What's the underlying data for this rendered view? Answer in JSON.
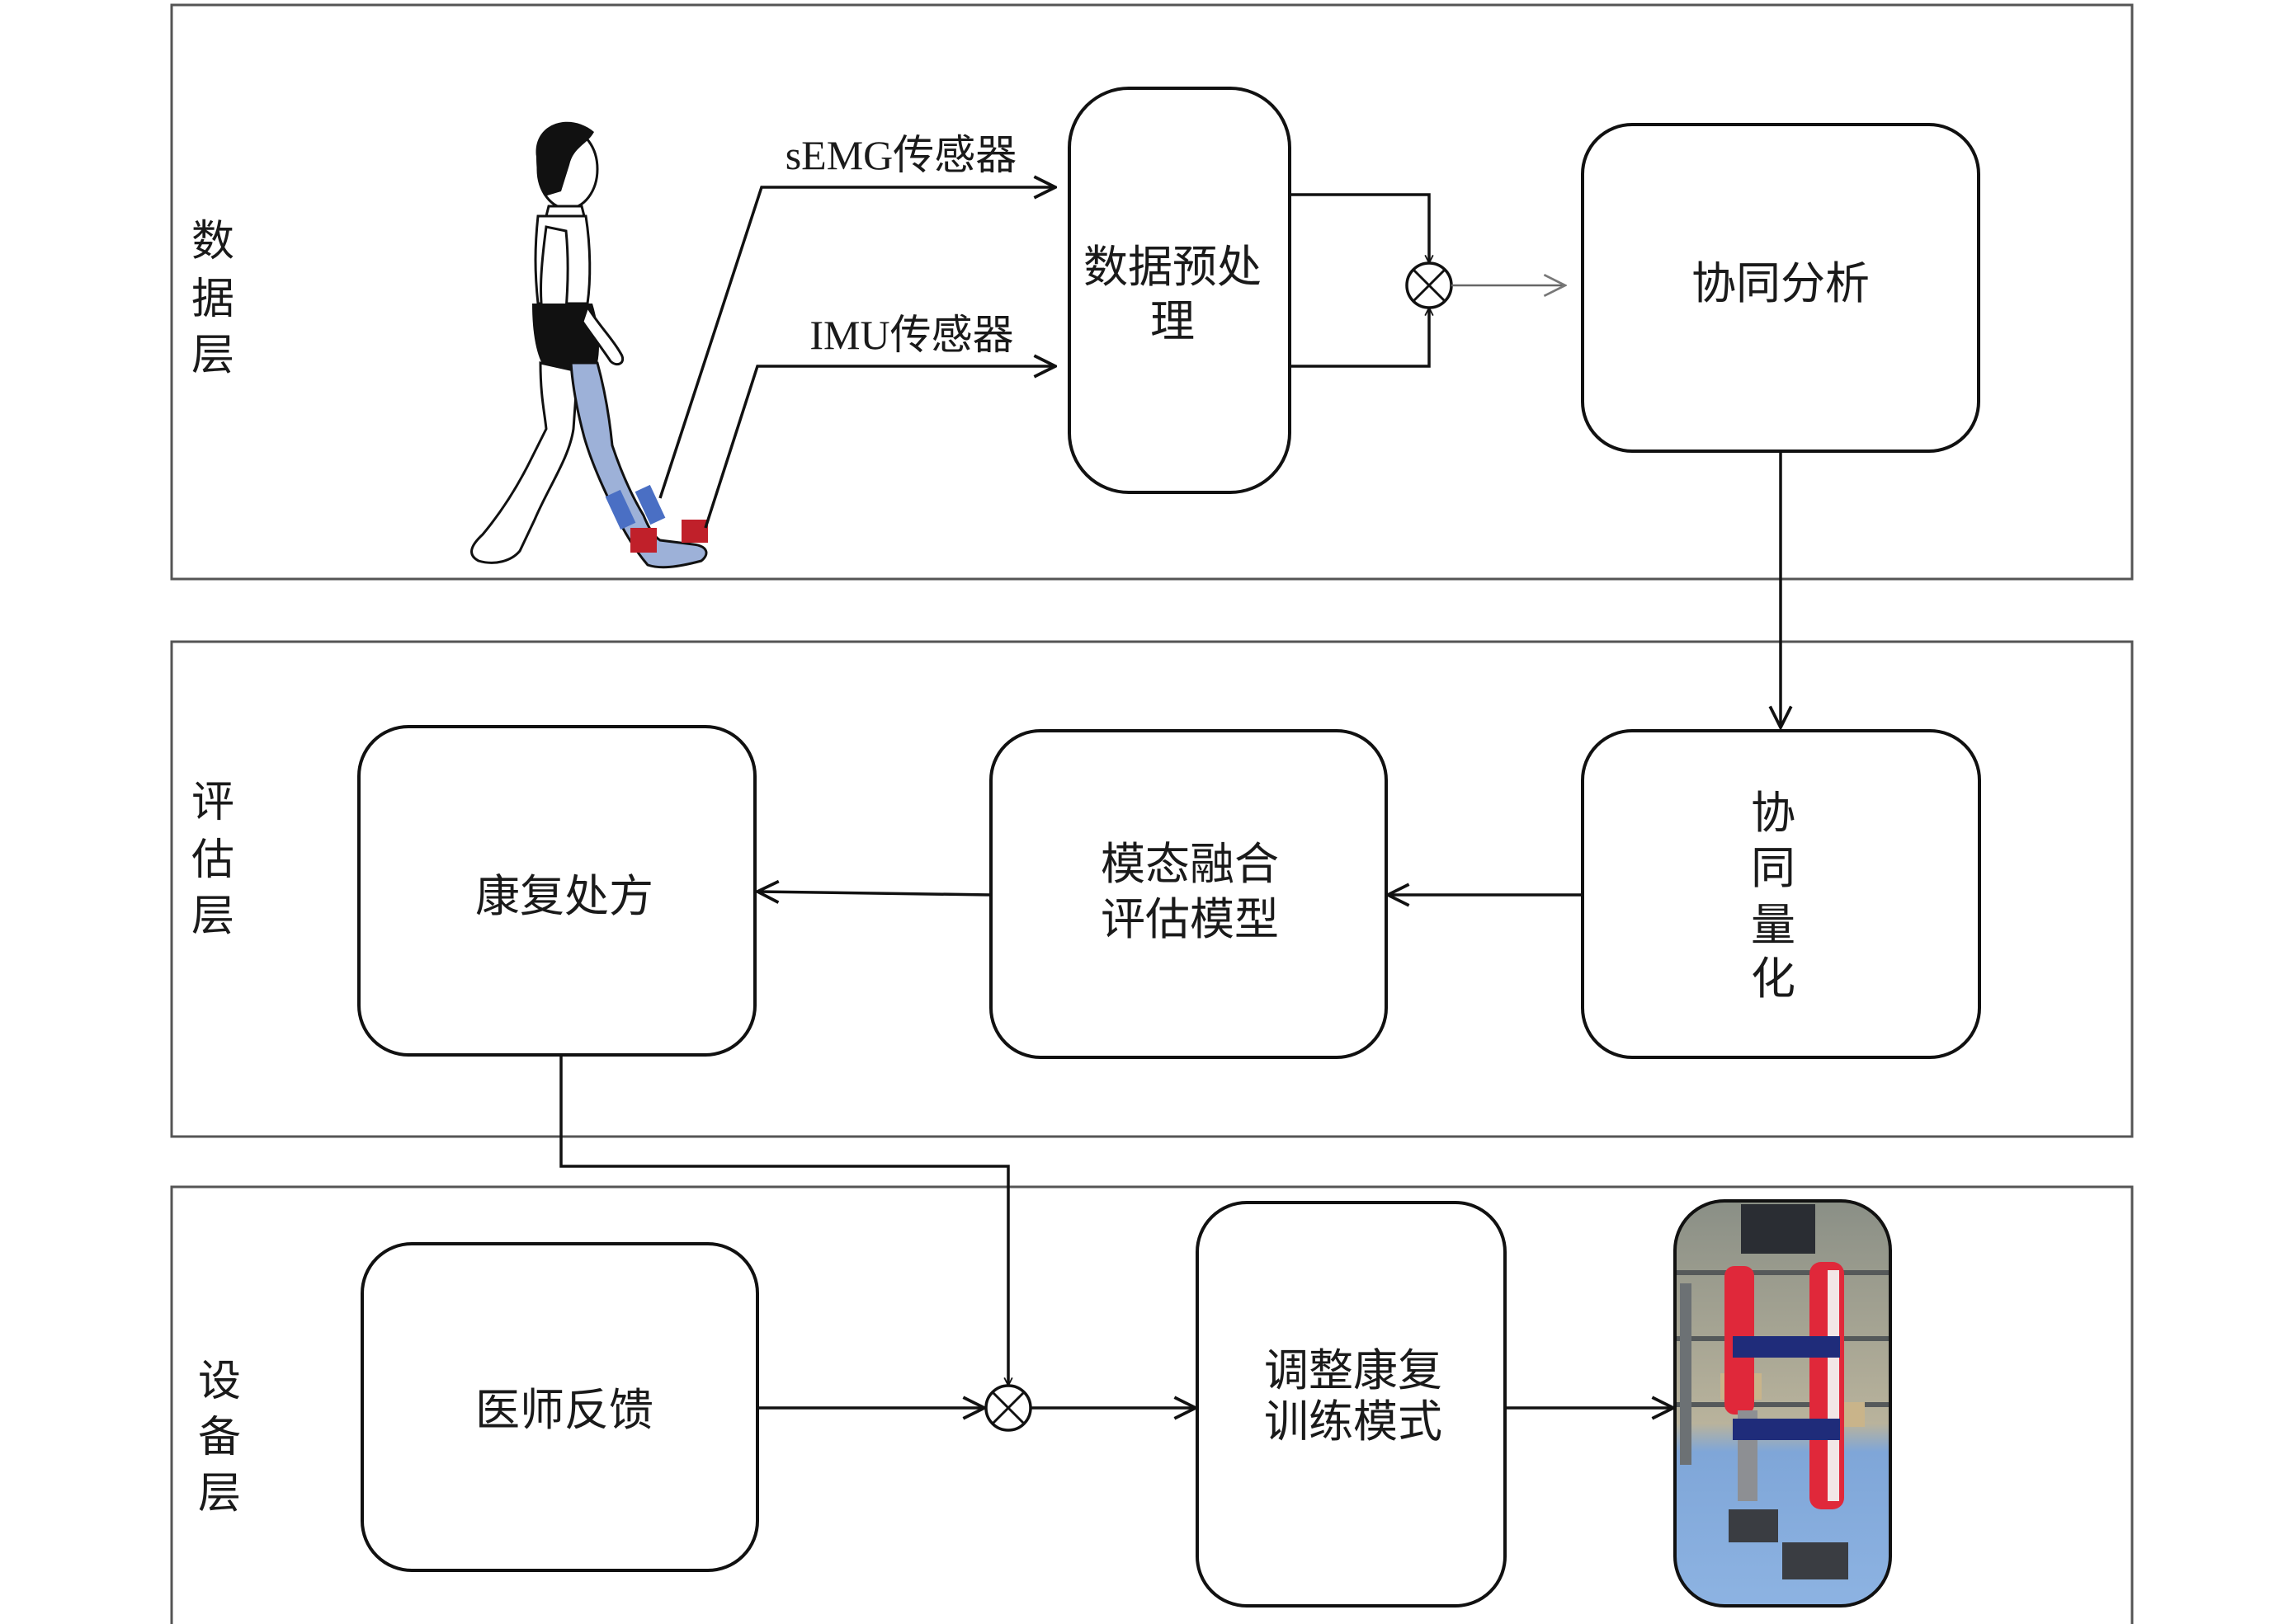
{
  "layers": {
    "data": {
      "label_chars": [
        "数",
        "据",
        "层"
      ]
    },
    "evaluation": {
      "label_chars": [
        "评",
        "估",
        "层"
      ]
    },
    "device": {
      "label_chars": [
        "设",
        "备",
        "层"
      ]
    }
  },
  "sensors": {
    "semg": "sEMG传感器",
    "imu": "IMU传感器"
  },
  "nodes": {
    "preprocess": {
      "lines": [
        "数据预处",
        "理"
      ]
    },
    "synergy_analysis": {
      "lines": [
        "协同分析"
      ]
    },
    "synergy_quant": {
      "chars": [
        "协",
        "同",
        "量",
        "化"
      ]
    },
    "fusion_model": {
      "lines": [
        "模态融合",
        "评估模型"
      ]
    },
    "prescription": {
      "lines": [
        "康复处方"
      ]
    },
    "doctor_feedback": {
      "lines": [
        "医师反馈"
      ]
    },
    "adjust_mode": {
      "lines": [
        "调整康复",
        "训练模式"
      ]
    }
  },
  "images": {
    "walking_person": "walking-person-with-sensors",
    "exoskeleton": "lower-limb-exoskeleton-photo"
  },
  "colors": {
    "emg_sensor": "#4a6fc4",
    "imu_sensor": "#c0202a",
    "leg_highlight": "#9db1d8",
    "exo_red": "#e0283a",
    "floor_blue": "#7fa6d8"
  }
}
